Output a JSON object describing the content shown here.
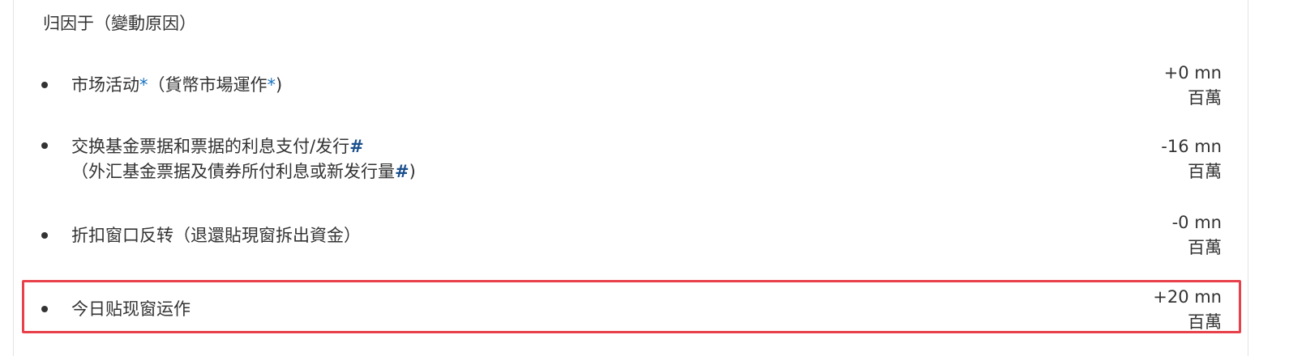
{
  "section": {
    "heading": "归因于（變動原因）"
  },
  "items": [
    {
      "label_main": "市场活动",
      "label_mark1": "*",
      "label_paren_open": "（貨幣市場運作",
      "label_mark2": "*",
      "label_paren_close": ")",
      "value": "+0 mn",
      "unit": "百萬"
    },
    {
      "line1_text": "交换基金票据和票据的利息支付/发行",
      "line1_mark": "#",
      "line2_text": "（外汇基金票据及債券所付利息或新发行量",
      "line2_mark": "#",
      "line2_close": ")",
      "value": "-16 mn",
      "unit": "百萬"
    },
    {
      "label": "折扣窗口反转（退還貼現窗拆出資金）",
      "value": "-0 mn",
      "unit": "百萬"
    },
    {
      "label": "今日贴现窗运作",
      "value": "+20 mn",
      "unit": "百萬"
    }
  ],
  "colors": {
    "text": "#333333",
    "asterisk": "#1a73c0",
    "hash": "#1a4f8c",
    "highlight_border": "#e8414b"
  }
}
